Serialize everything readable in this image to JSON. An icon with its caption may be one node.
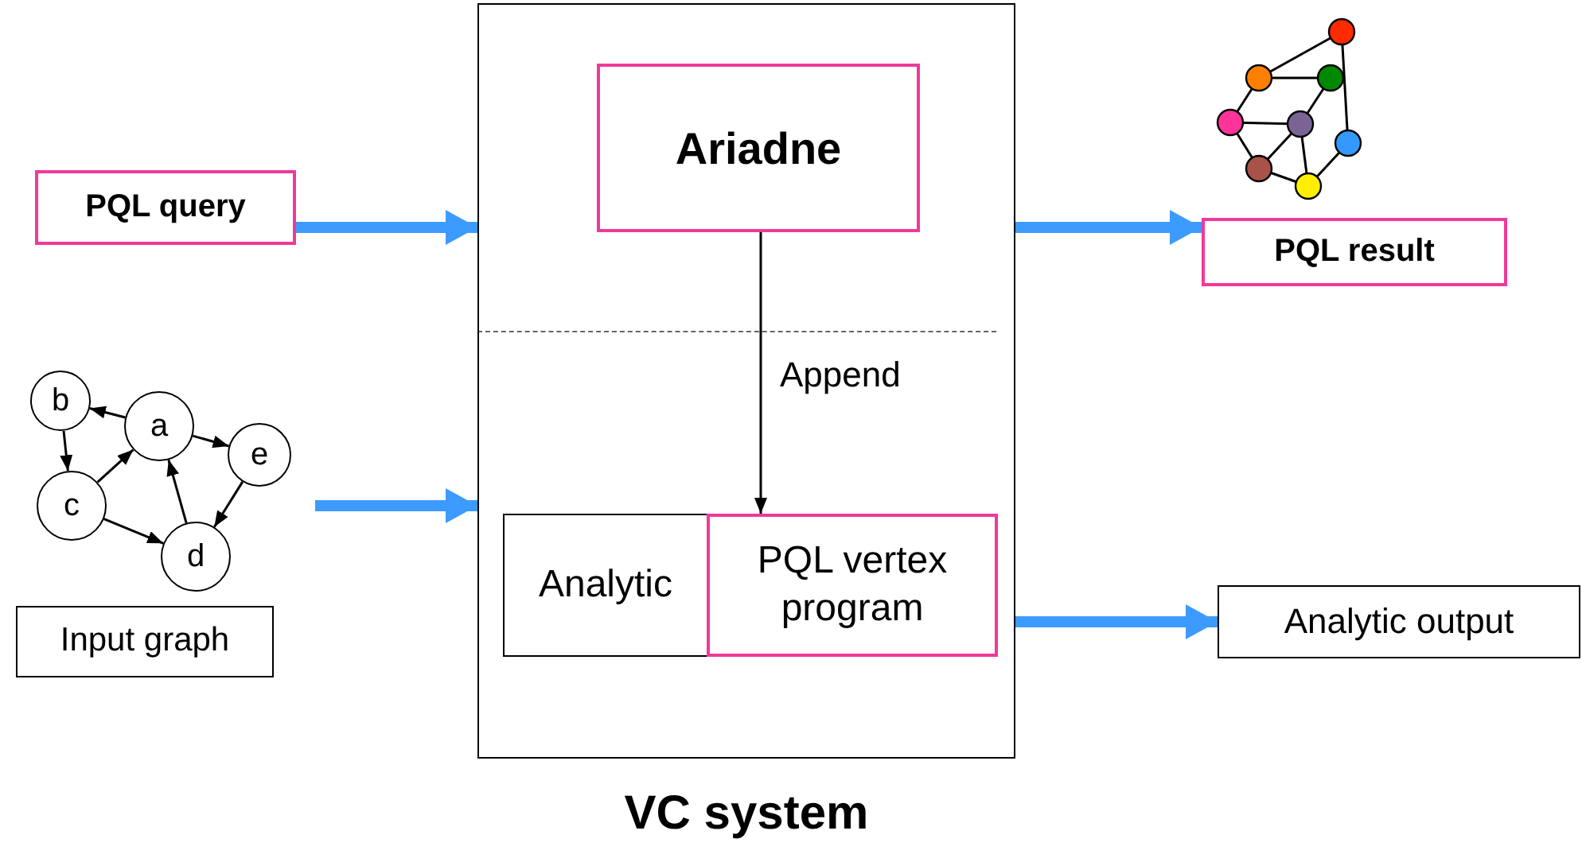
{
  "diagram": {
    "nodes": [
      {
        "text": [
          "PQL query"
        ]
      },
      {
        "text": [
          "Input graph"
        ]
      },
      {
        "text": [
          "b"
        ]
      },
      {
        "text": [
          "a"
        ]
      },
      {
        "text": [
          "e"
        ]
      },
      {
        "text": [
          "c"
        ]
      },
      {
        "text": [
          "d"
        ]
      },
      {
        "text": [
          "VC system"
        ]
      },
      {
        "text": [
          "Ariadne"
        ],
        "in": 7
      },
      {
        "text": [
          "Analytic"
        ],
        "in": 7
      },
      {
        "text": [
          "PQL vertex program"
        ],
        "in": 7
      },
      {
        "text": [
          "PQL result"
        ]
      },
      {
        "text": [
          "Analytic output"
        ]
      }
    ],
    "edges": [
      {
        "from": 3,
        "to": 2,
        "arrow": "to"
      },
      {
        "from": 2,
        "to": 5,
        "arrow": "to"
      },
      {
        "from": 5,
        "to": 3,
        "arrow": "to"
      },
      {
        "from": 3,
        "to": 4,
        "arrow": "to"
      },
      {
        "from": 4,
        "to": 6,
        "arrow": "to"
      },
      {
        "from": 6,
        "to": 3,
        "arrow": "to"
      },
      {
        "from": 5,
        "to": 6,
        "arrow": "to"
      },
      {
        "from": 0,
        "to": 7,
        "arrow": "to",
        "style": "thick",
        "color": "#3d9bff"
      },
      {
        "from": null,
        "to": 7,
        "arrow": "to",
        "style": "thick",
        "color": "#3d9bff"
      },
      {
        "from": 7,
        "to": 11,
        "arrow": "to",
        "style": "thick",
        "color": "#3d9bff"
      },
      {
        "from": 7,
        "to": 12,
        "arrow": "to",
        "style": "thick",
        "color": "#3d9bff"
      },
      {
        "from": 8,
        "to": 10,
        "arrow": "to",
        "label": "Append"
      }
    ]
  }
}
